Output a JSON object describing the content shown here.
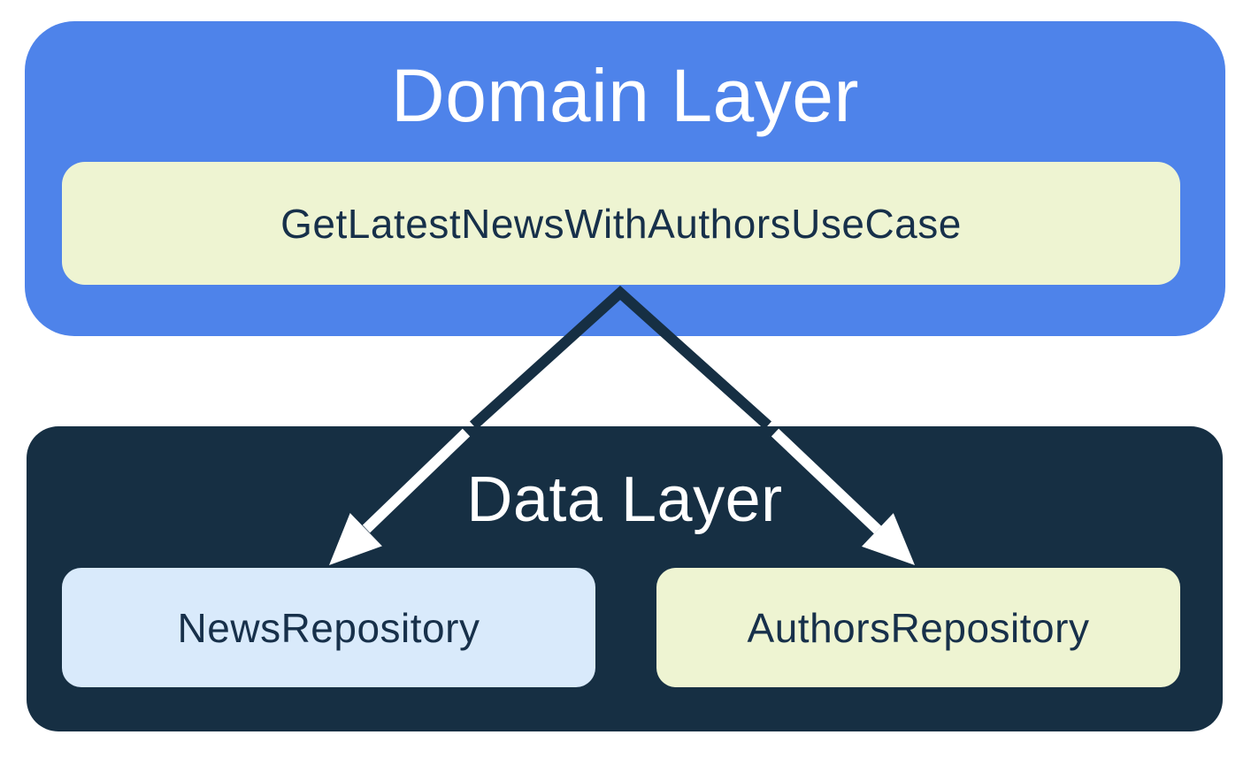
{
  "diagram": {
    "title_hint": "App architecture layers diagram",
    "domain_layer": {
      "title": "Domain Layer",
      "use_case": "GetLatestNewsWithAuthorsUseCase"
    },
    "data_layer": {
      "title": "Data Layer",
      "repositories": [
        {
          "name": "NewsRepository"
        },
        {
          "name": "AuthorsRepository"
        }
      ]
    },
    "arrows": [
      {
        "from": "GetLatestNewsWithAuthorsUseCase",
        "to": "NewsRepository"
      },
      {
        "from": "GetLatestNewsWithAuthorsUseCase",
        "to": "AuthorsRepository"
      }
    ],
    "colors": {
      "domain_box_bg": "#4e83ea",
      "data_box_bg": "#162f43",
      "use_case_pill_bg": "#eef4d2",
      "news_repository_pill_bg": "#d9eafb",
      "authors_repository_pill_bg": "#eef4d2",
      "layer_title_text": "#ffffff",
      "node_text": "#17304a",
      "arrow_dark_segment": "#162f43",
      "arrow_light_segment": "#ffffff"
    }
  }
}
